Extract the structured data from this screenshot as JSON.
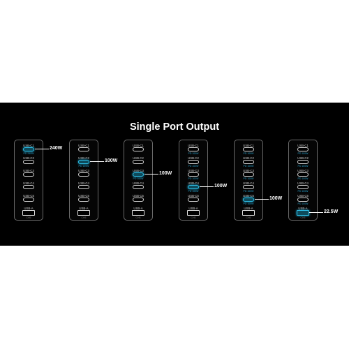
{
  "title": "Single Port Output",
  "port_labels": [
    "USB-C1",
    "USB-C2",
    "USB-C3",
    "USB-C4",
    "USB-C5",
    "USB-A"
  ],
  "chargers": [
    {
      "active_port": "USB-C1",
      "output": "240W",
      "sub_labels": [
        "PD 240W",
        "",
        "",
        "",
        "",
        "CH5"
      ]
    },
    {
      "active_port": "USB-C2",
      "output": "100W",
      "sub_labels": [
        "",
        "PD 100W",
        "",
        "",
        "",
        "CH5"
      ]
    },
    {
      "active_port": "USB-C3",
      "output": "100W",
      "sub_labels": [
        "",
        "",
        "PD 100W",
        "",
        "",
        "CH5"
      ]
    },
    {
      "active_port": "USB-C4",
      "output": "100W",
      "sub_labels": [
        "PD 100W",
        "PD 100W",
        "PD 100W",
        "PD 100W",
        "",
        "CH5"
      ]
    },
    {
      "active_port": "USB-C5",
      "output": "100W",
      "sub_labels": [
        "PD 100W",
        "PD 100W",
        "PD 100W",
        "PD 100W",
        "PD 100W",
        "CH5"
      ]
    },
    {
      "active_port": "USB-A",
      "output": "22.5W",
      "sub_labels": [
        "PD 100W",
        "PD 100W",
        "PD 100W",
        "PD 100W",
        "PD 100W",
        "CH5"
      ]
    }
  ],
  "colors": {
    "background": "#000000",
    "accent": "#2ec0e8",
    "text": "#ffffff"
  }
}
